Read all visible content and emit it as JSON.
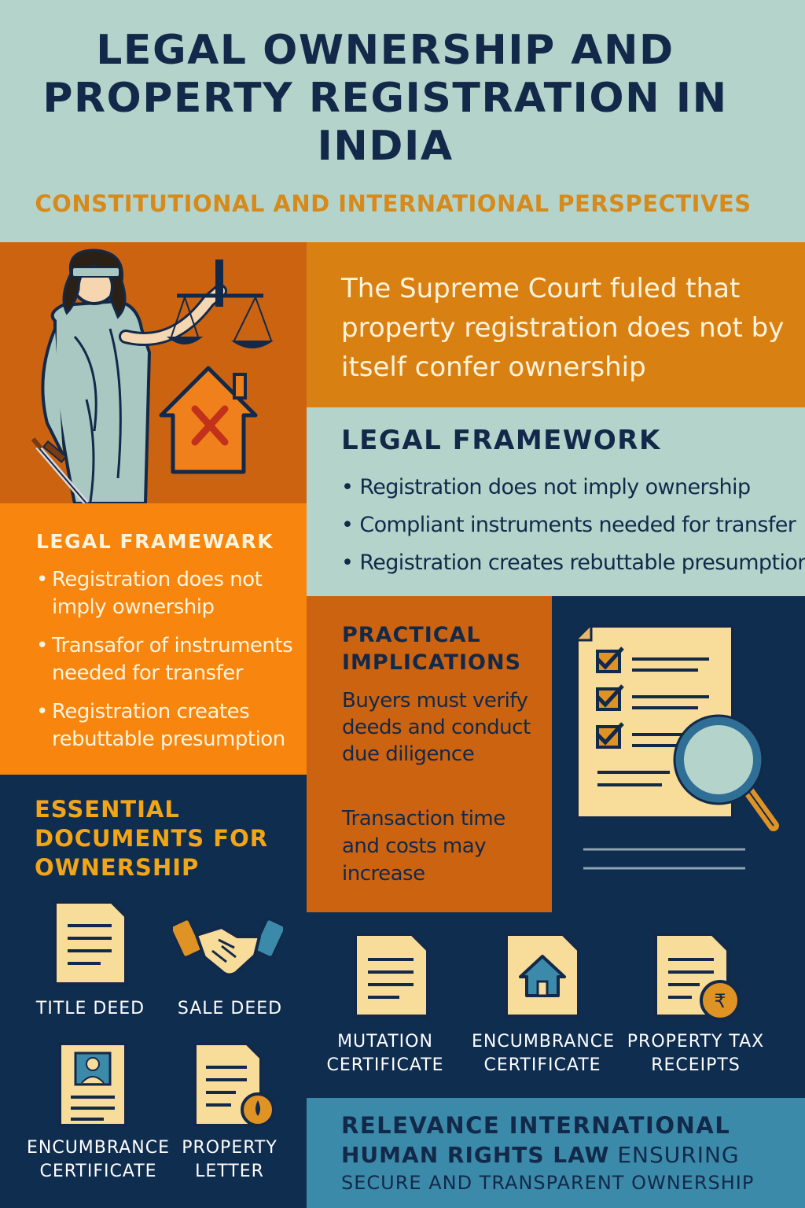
{
  "header": {
    "title": "LEGAL OWNERSHIP AND PROPERTY REGISTRATION IN INDIA",
    "subtitle": "CONSTITUTIONAL AND INTERNATIONAL PERSPECTIVES"
  },
  "court": {
    "text": "The Supreme Court fuled that property registration does not by itself confer ownership"
  },
  "legal_framework_right": {
    "heading": "LEGAL FRAMEWORK",
    "items": [
      "Registration does not imply ownership",
      "Compliant instruments needed for transfer",
      "Registration creates rebuttable presumption"
    ]
  },
  "legal_framework_left": {
    "heading": "LEGAL FRAMEWARK",
    "items": [
      "Registration does not imply ownership",
      "Transafor of instruments needed for transfer",
      "Registration creates rebuttable presumption"
    ]
  },
  "practical": {
    "heading": "PRACTICAL IMPLICATIONS",
    "points": [
      "Buyers must verify deeds and conduct due diligence",
      "Transaction time and costs may increase"
    ]
  },
  "essential": {
    "heading": "ESSENTIAL DOCUMENTS FOR OWNERSHIP",
    "documents": [
      {
        "label": "TITLE DEED",
        "icon": "document-icon"
      },
      {
        "label": "SALE DEED",
        "icon": "handshake-icon"
      },
      {
        "label": "ENCUMBRANCE CERTIFICATE",
        "icon": "id-certificate-icon"
      },
      {
        "label": "PROPERTY LETTER",
        "icon": "document-seal-icon"
      }
    ]
  },
  "docs_right": [
    {
      "label": "MUTATION CERTIFICATE",
      "icon": "document-icon"
    },
    {
      "label": "ENCUMBRANCE CERTIFICATE",
      "icon": "house-document-icon"
    },
    {
      "label": "PROPERTY TAX RECEIPTS",
      "icon": "receipt-coin-icon"
    }
  ],
  "relevance": {
    "line1": "RELEVANCE INTERNATIONAL",
    "line2_bold": "HUMAN RIGHTS LAW",
    "line2_rest": " ENSURING",
    "line3": "SECURE AND TRANSPARENT OWNERSHIP"
  },
  "colors": {
    "navy": "#0f2d4f",
    "mint": "#b4d4cb",
    "orange": "#f7850e",
    "burnt_orange": "#cc6310",
    "amber": "#d98012",
    "teal": "#3b8aa9",
    "gold": "#f2a516",
    "cream": "#f8dc9a"
  }
}
